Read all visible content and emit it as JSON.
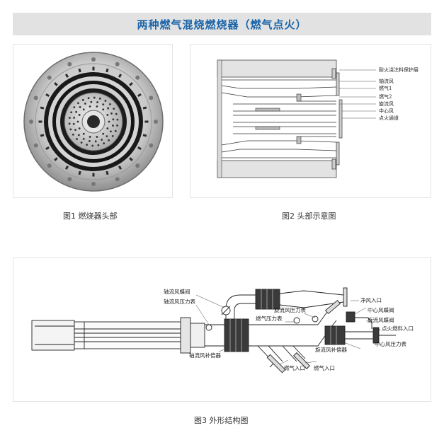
{
  "title": "两种燃气混烧燃烧器（燃气点火）",
  "figure1": {
    "caption": "图1  燃烧器头部"
  },
  "figure2": {
    "caption": "图2  头部示意图",
    "labels": [
      "耐火浇注料保护层",
      "轴流风",
      "燃气1",
      "燃气2",
      "旋流风",
      "中心风",
      "点火通道"
    ]
  },
  "figure3": {
    "caption": "图3  外形结构图",
    "labels": {
      "axial_damper": "轴流风蝶阀",
      "axial_gauge": "轴流风压力表",
      "axial_comp": "轴流风补偿器",
      "swirl_gauge": "旋流风压力表",
      "gas_gauge": "燃气压力表",
      "gas_inlet_1": "燃气入口",
      "gas_inlet_2": "燃气入口",
      "clean_air": "净风入口",
      "center_damper": "中心风蝶阀",
      "swirl_damper": "旋流风蝶阀",
      "ignition_inlet": "点火燃料入口",
      "swirl_comp": "旋流风补偿器",
      "center_gauge": "中心风压力表"
    }
  }
}
